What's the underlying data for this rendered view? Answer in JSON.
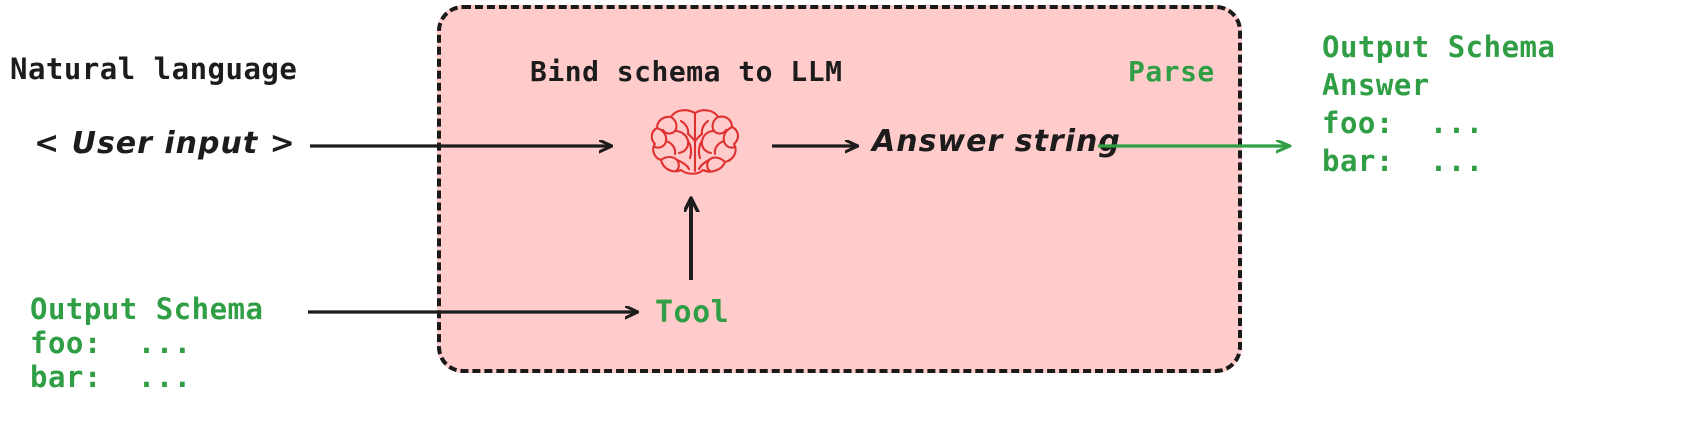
{
  "diagram": {
    "title": "Bind schema to LLM",
    "colors": {
      "accent_green": "#2f9e44",
      "box_fill": "#FFCCCB",
      "box_border": "#1a1a1a",
      "brain_red": "#e03131",
      "text_dark": "#1c1c1c"
    },
    "left": {
      "heading": "Natural language",
      "user_input": "< User input >",
      "schema": {
        "title": "Output Schema",
        "line_foo": "foo:  ...",
        "line_bar": "bar:  ..."
      }
    },
    "center": {
      "title": "Bind schema to LLM",
      "parse_label": "Parse",
      "answer_string": "Answer string",
      "tool_label": "Tool",
      "brain_icon": "brain-icon"
    },
    "right": {
      "schema": {
        "title": "Output Schema",
        "line_answer": "Answer",
        "line_foo": "foo:  ...",
        "line_bar": "bar:  ..."
      }
    },
    "arrows": [
      {
        "name": "user-input-to-llm",
        "color": "#1c1c1c"
      },
      {
        "name": "schema-to-tool",
        "color": "#1c1c1c"
      },
      {
        "name": "tool-to-llm",
        "color": "#1c1c1c"
      },
      {
        "name": "llm-to-answer",
        "color": "#1c1c1c"
      },
      {
        "name": "answer-to-output-schema",
        "color": "#2f9e44"
      }
    ]
  }
}
